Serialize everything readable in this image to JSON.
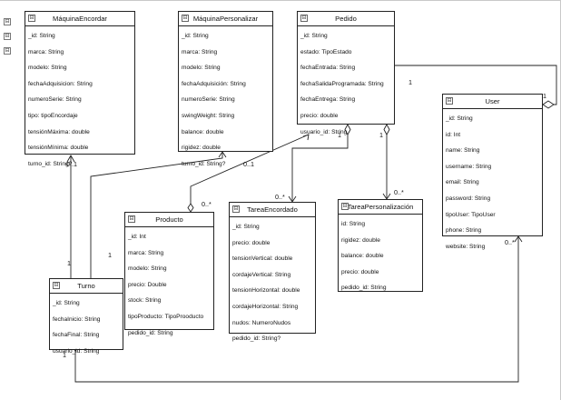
{
  "classes": {
    "maquina_encordar": {
      "title": "MáquinaEncordar",
      "attrs": [
        "_id: String",
        "marca: String",
        "modelo: String",
        "fechaAdquisicion: String",
        "numeroSerie: String",
        "tipo: tipoEncordaje",
        "tensiónMáxima: double",
        "tensiónMínima: double",
        "turno_id: String?"
      ]
    },
    "maquina_personalizar": {
      "title": "MáquinaPersonalizar",
      "attrs": [
        "_id: String",
        "marca: String",
        "modelo: String",
        "fechaAdquisición: String",
        "numeroSerie: String",
        "swingWeight: String",
        "balance: double",
        "rigidez: double",
        "turno_id: String?"
      ]
    },
    "pedido": {
      "title": "Pedido",
      "attrs": [
        "_id: String",
        "estado: TipoEstado",
        "fechaEntrada: String",
        "fechaSalidaProgramada: String",
        "fechaEntrega: String",
        "precio: double",
        "usuario_id: String"
      ]
    },
    "user": {
      "title": "User",
      "attrs": [
        "_id: String",
        "id: Int",
        "name: String",
        "username: String",
        "email: String",
        "password: String",
        "tipoUser: TipoUser",
        "phone: String",
        "website: String"
      ]
    },
    "producto": {
      "title": "Producto",
      "attrs": [
        "_id: Int",
        "marca: String",
        "modelo: String",
        "precio: Double",
        "stock: String",
        "tipoProducto: TipoProoducto",
        "pedido_id: String"
      ]
    },
    "tarea_encordado": {
      "title": "TareaEncordado",
      "attrs": [
        "_id: String",
        "precio: double",
        "tensionVertical: double",
        "cordajeVertical: String",
        "tensionHorizontal: double",
        "cordajeHorizontal: String",
        "nudos: NumeroNudos",
        "pedido_id: String?"
      ]
    },
    "tarea_personalizacion": {
      "title": "TareaPersonalización",
      "attrs": [
        "id: String",
        "rigidez: double",
        "balance: double",
        "precio: double",
        "pedido_id: String"
      ]
    },
    "turno": {
      "title": "Turno",
      "attrs": [
        "_id: String",
        "fechaInicio: String",
        "fechaFinal: String",
        "usuario_id: String"
      ]
    }
  },
  "multiplicities": {
    "me_turno": "0..1",
    "mp_turno": "0..1",
    "turno_me": "1",
    "turno_mp": "1",
    "pedido_user": "1",
    "user_pedido": "1",
    "pedido_te": "1",
    "te_pedido": "0..*",
    "pedido_tp": "1",
    "tp_pedido": "0..*",
    "producto_pedido": "0..*",
    "user_turno": "0..*",
    "turno_user": "1"
  },
  "icons": {
    "collapse": "⊟"
  }
}
